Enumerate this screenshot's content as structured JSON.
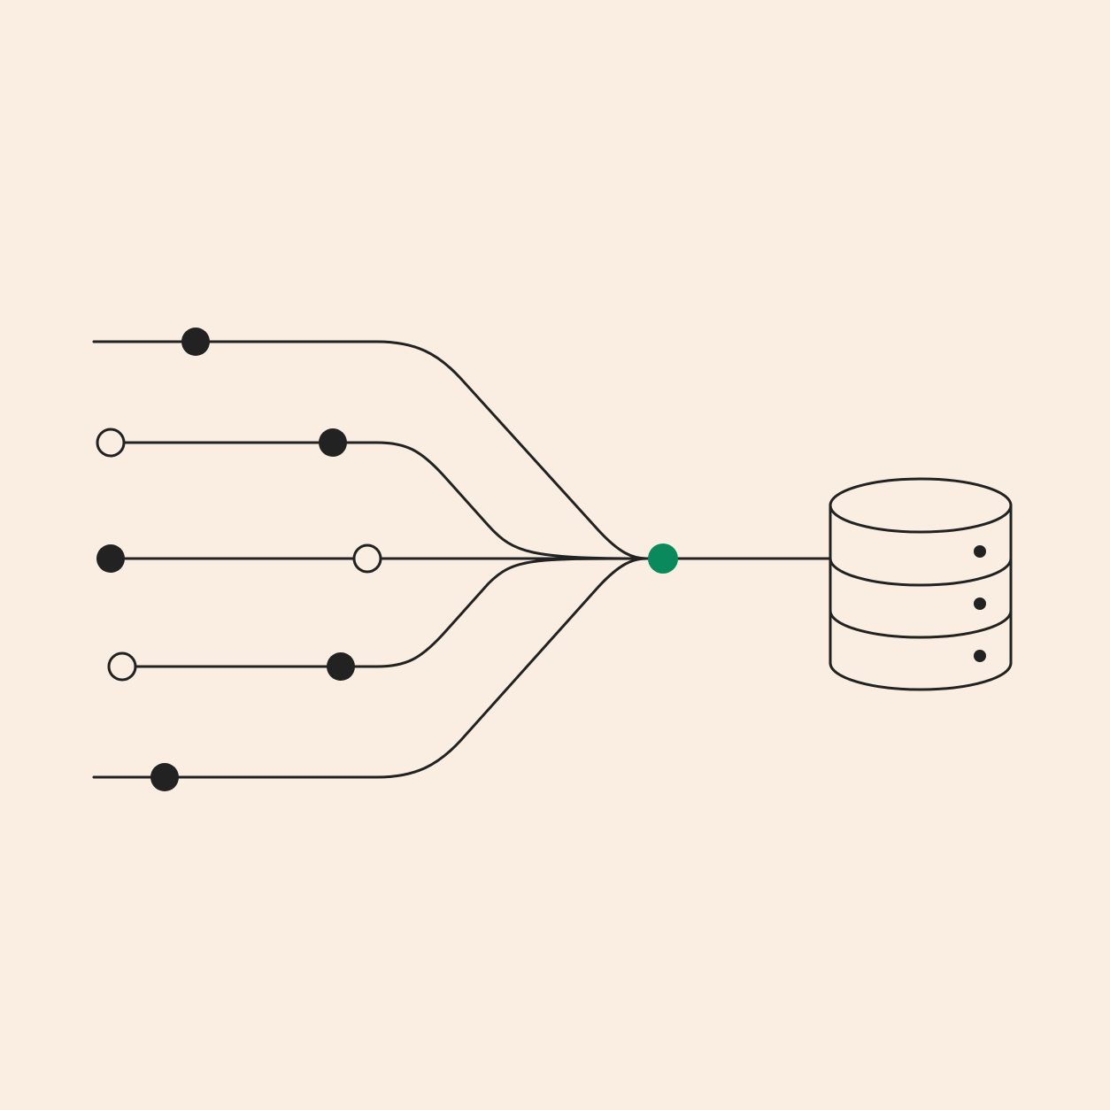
{
  "colors": {
    "background": "#f9eee1",
    "line": "#222222",
    "node_filled": "#222222",
    "node_hollow_fill": "#f9eee1",
    "merge_node": "#0a8a5c"
  },
  "diagram": {
    "inputs": [
      {
        "id": "input-1",
        "markers": [
          "filled"
        ]
      },
      {
        "id": "input-2",
        "markers": [
          "hollow",
          "filled"
        ]
      },
      {
        "id": "input-3",
        "markers": [
          "filled",
          "hollow"
        ]
      },
      {
        "id": "input-4",
        "markers": [
          "hollow",
          "filled"
        ]
      },
      {
        "id": "input-5",
        "markers": [
          "filled"
        ]
      }
    ],
    "merge_node": {
      "type": "filled",
      "color": "merge_node"
    },
    "target": {
      "icon": "database-icon",
      "segments": 3,
      "indicator_dots": 3
    }
  }
}
